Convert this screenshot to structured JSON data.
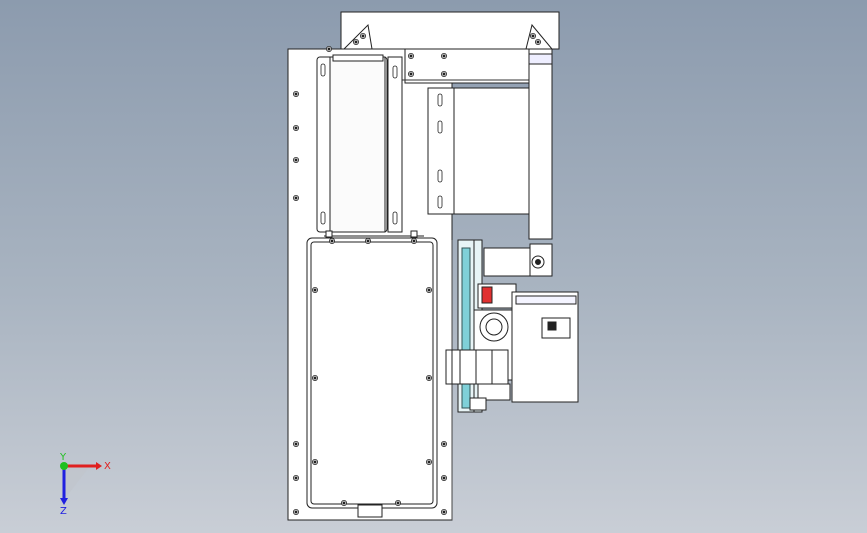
{
  "triad": {
    "x_label": "X",
    "y_label": "Y",
    "z_label": "Z",
    "x_color": "#e02020",
    "y_color": "#20c020",
    "z_color": "#2020e0"
  },
  "colors": {
    "background_top": "#8c9bae",
    "background_bottom": "#c9ced6",
    "part_fill": "#ffffff",
    "edge": "#222222",
    "glass_accent": "#7fd0d8",
    "red_block": "#e03030"
  }
}
